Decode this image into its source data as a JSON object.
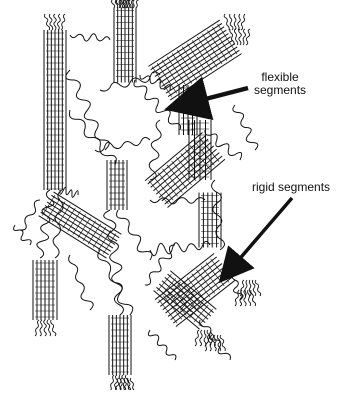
{
  "labels": {
    "flexible_line1": "flexible",
    "flexible_line2": "segments",
    "rigid": "rigid segments"
  },
  "colors": {
    "ink": "#111111",
    "background": "#ffffff"
  }
}
